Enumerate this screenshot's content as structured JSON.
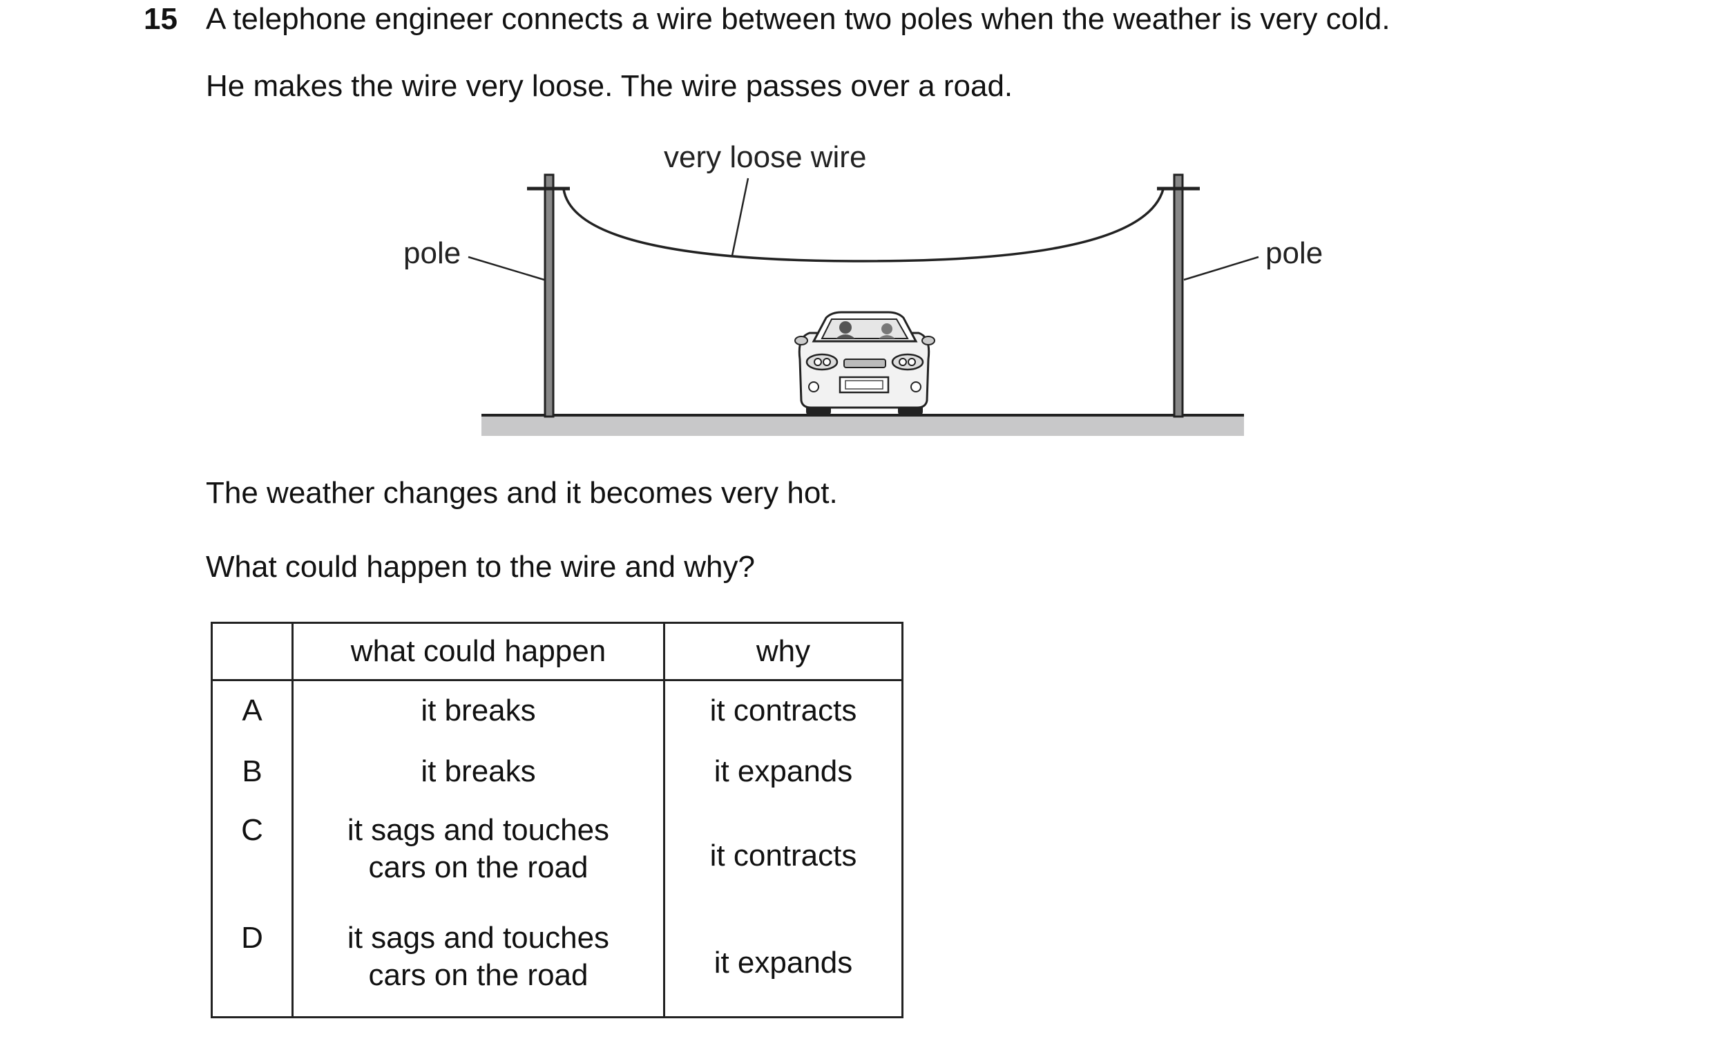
{
  "question": {
    "number": "15",
    "line1": "A telephone engineer connects a wire between two poles when the weather is very cold.",
    "line2": "He makes the wire very loose. The wire passes over a road.",
    "line3": "The weather changes and it becomes very hot.",
    "line4": "What could happen to the wire and why?"
  },
  "diagram": {
    "wire_label": "very loose wire",
    "pole_left_label": "pole",
    "pole_right_label": "pole"
  },
  "table": {
    "headers": [
      "",
      "what could happen",
      "why"
    ],
    "rows": [
      {
        "letter": "A",
        "happen_1": "it breaks",
        "happen_2": "",
        "why": "it contracts"
      },
      {
        "letter": "B",
        "happen_1": "it breaks",
        "happen_2": "",
        "why": "it expands"
      },
      {
        "letter": "C",
        "happen_1": "it sags and touches",
        "happen_2": "cars on the road",
        "why": "it contracts"
      },
      {
        "letter": "D",
        "happen_1": "it sags and touches",
        "happen_2": "cars on the road",
        "why": "it expands"
      }
    ]
  }
}
